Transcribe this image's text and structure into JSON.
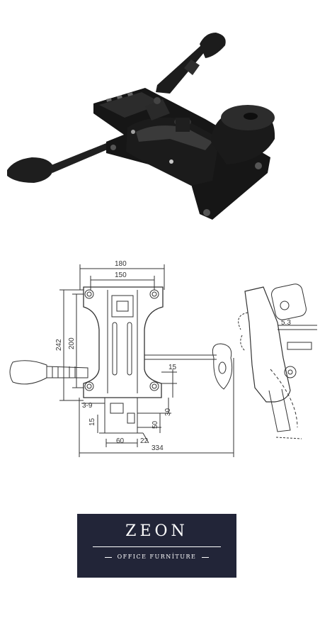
{
  "photo": {
    "subject_icon": "chair-mechanism-photo"
  },
  "drawing": {
    "subject_icon": "chair-mechanism-technical-drawing",
    "dimensions": {
      "top_outer": "180",
      "top_inner": "150",
      "height_outer": "242",
      "height_inner": "200",
      "right_offset": "15",
      "bottom_left": "3-9",
      "bottom_left_vertical": "15",
      "bottom_right_30": "30",
      "bottom_right_50": "50",
      "bottom_width_60": "60",
      "bottom_22": "22",
      "total_length": "334",
      "side_offset": "5.3"
    }
  },
  "logo": {
    "name": "ZEON",
    "tagline": "OFFICE FURNİTURE",
    "background": "#222538"
  }
}
